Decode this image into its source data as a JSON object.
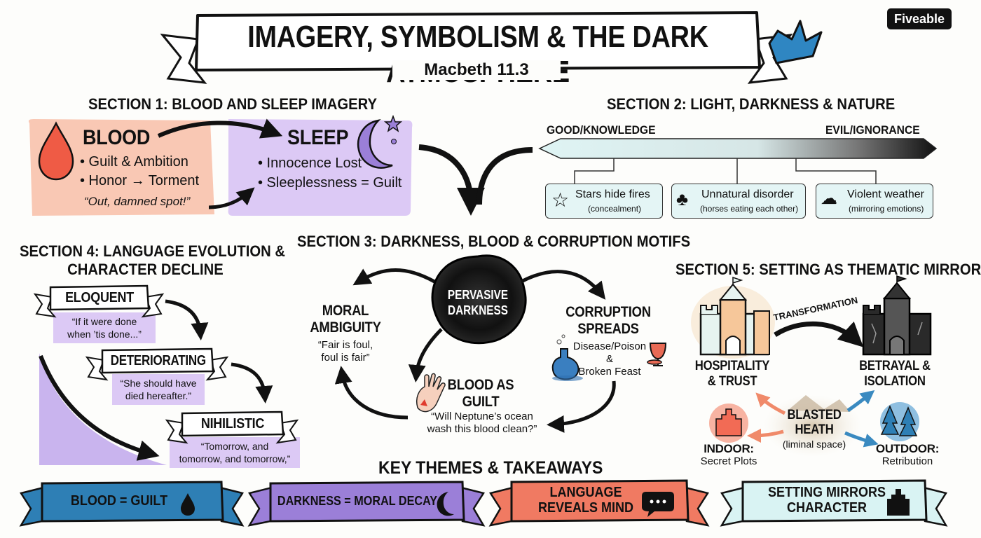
{
  "header": {
    "title": "IMAGERY, SYMBOLISM & THE DARK ATMOSPHERE",
    "subtitle": "Macbeth 11.3",
    "brand": "Fiveable"
  },
  "section1": {
    "title": "SECTION 1: BLOOD AND SLEEP IMAGERY",
    "blood": {
      "heading": "BLOOD",
      "items": [
        "• Guilt & Ambition",
        "• Honor → Torment"
      ],
      "quote": "“Out, damned spot!”"
    },
    "sleep": {
      "heading": "SLEEP",
      "items": [
        "• Innocence Lost",
        "• Sleeplessness = Guilt"
      ]
    }
  },
  "section2": {
    "title": "SECTION 2: LIGHT, DARKNESS & NATURE",
    "left_label": "GOOD/KNOWLEDGE",
    "right_label": "EVIL/IGNORANCE",
    "cards": [
      {
        "title": "Stars hide fires",
        "sub": "(concealment)",
        "icon": "star-icon"
      },
      {
        "title": "Unnatural disorder",
        "sub": "(horses eating each other)",
        "icon": "tree-icon"
      },
      {
        "title": "Violent weather",
        "sub": "(mirroring emotions)",
        "icon": "storm-cloud-icon"
      }
    ]
  },
  "section3": {
    "title": "SECTION 3: DARKNESS, BLOOD & CORRUPTION MOTIFS",
    "center": [
      "PERVASIVE",
      "DARKNESS"
    ],
    "moral": {
      "heading": [
        "MORAL",
        "AMBIGUITY"
      ],
      "quote": [
        "“Fair is foul,",
        "foul is fair”"
      ]
    },
    "corruption": {
      "heading": [
        "CORRUPTION",
        "SPREADS"
      ],
      "body": [
        "Disease/Poison",
        "&",
        "Broken Feast"
      ]
    },
    "blood": {
      "heading": [
        "BLOOD AS",
        "GUILT"
      ],
      "quote": [
        "“Will Neptune’s ocean",
        "wash this blood clean?”"
      ]
    }
  },
  "section4": {
    "title": [
      "SECTION 4: LANGUAGE EVOLUTION &",
      "CHARACTER DECLINE"
    ],
    "stages": [
      {
        "label": "ELOQUENT",
        "quote": [
          "“If it were done",
          "when ’tis done...”"
        ]
      },
      {
        "label": "DETERIORATING",
        "quote": [
          "“She should have",
          "died hereafter.”"
        ]
      },
      {
        "label": "NIHILISTIC",
        "quote": [
          "“Tomorrow, and",
          "tomorrow, and tomorrow,”"
        ]
      }
    ]
  },
  "section5": {
    "title": "SECTION 5: SETTING AS THEMATIC MIRROR",
    "transformation": "TRANSFORMATION",
    "hospitality": [
      "HOSPITALITY",
      "& TRUST"
    ],
    "betrayal": [
      "BETRAYAL &",
      "ISOLATION"
    ],
    "heath": [
      "BLASTED",
      "HEATH"
    ],
    "heath_sub": "(liminal space)",
    "indoor": [
      "INDOOR:",
      "Secret Plots"
    ],
    "outdoor": [
      "OUTDOOR:",
      "Retribution"
    ]
  },
  "themes": {
    "title": "KEY THEMES & TAKEAWAYS",
    "banners": [
      {
        "label": [
          "BLOOD = GUILT"
        ],
        "color": "#2e7fb5"
      },
      {
        "label": [
          "DARKNESS = MORAL DECAY"
        ],
        "color": "#9c7ad6"
      },
      {
        "label": [
          "LANGUAGE",
          "REVEALS MIND"
        ],
        "color": "#f07a62"
      },
      {
        "label": [
          "SETTING MIRRORS",
          "CHARACTER"
        ],
        "color": "#d9f3f3"
      }
    ]
  },
  "colors": {
    "blood_bg": "#f9c8b4",
    "sleep_bg": "#dcc9f5",
    "purple": "#9b7fd8",
    "coral": "#f26b55",
    "teal_light": "#d9f3f3",
    "blue": "#2e7fb5"
  }
}
